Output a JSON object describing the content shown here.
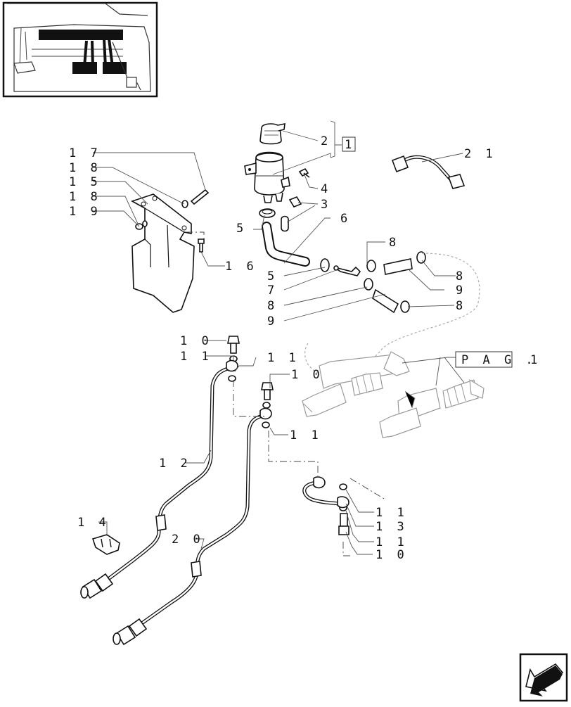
{
  "labels": {
    "l2": "2",
    "l1box": "1",
    "l21": "2 1",
    "l17": "1 7",
    "l18a": "1 8",
    "l15": "1 5",
    "l18b": "1 8",
    "l19": "1 9",
    "l4": "4",
    "l3": "3",
    "l5a": "5",
    "l6": "6",
    "l16": "1 6",
    "l8a": "8",
    "l5b": "5",
    "l8b": "8",
    "l7": "7",
    "l9a": "9",
    "l8c": "8",
    "l8d": "8",
    "l9b": "9",
    "l10a": "1 0",
    "l11a": "1 1",
    "l11b": "1 1",
    "l10b": "1 0",
    "lpag": "P A G .",
    "lpagnum": "1",
    "l11c": "1 1",
    "l12": "1 2",
    "l11d": "1 1",
    "l14": "1 4",
    "l13": "1 3",
    "l20": "2 0",
    "l11e": "1 1",
    "l10c": "1 0"
  },
  "icons": {
    "inset": "tractor-pedals-inset",
    "corner": "next-page-arrow-icon"
  }
}
